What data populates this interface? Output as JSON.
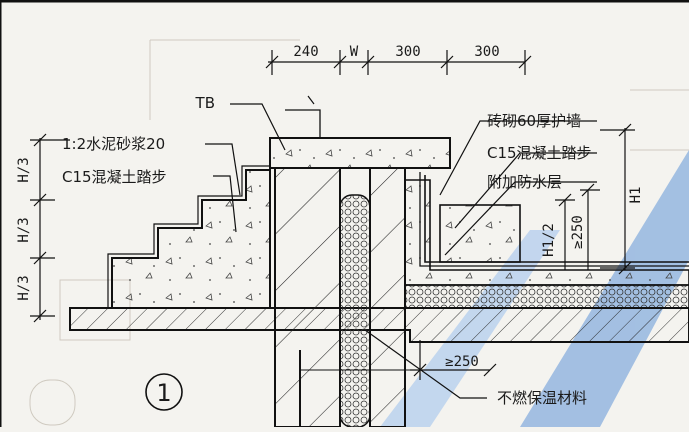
{
  "dimensions": {
    "top": [
      "240",
      "W",
      "300",
      "300"
    ],
    "left": [
      "H/3",
      "H/3",
      "H/3"
    ],
    "right_h1": "H1",
    "right_h1_half": "H1/2",
    "right_250": "≥250",
    "bottom_250": "≥250"
  },
  "labels": {
    "tb": "TB",
    "mortar": "1:2水泥砂浆20",
    "c15_left": "C15混凝土踏步",
    "brick_wall": "砖砌60厚护墙",
    "c15_right": "C15混凝土踏步",
    "waterproof": "附加防水层",
    "insulation": "不燃保温材料"
  },
  "detail_number": "1",
  "colors": {
    "background": "#f4f3ef",
    "line": "#1a1a1a",
    "watermark": "#8fb3df"
  }
}
